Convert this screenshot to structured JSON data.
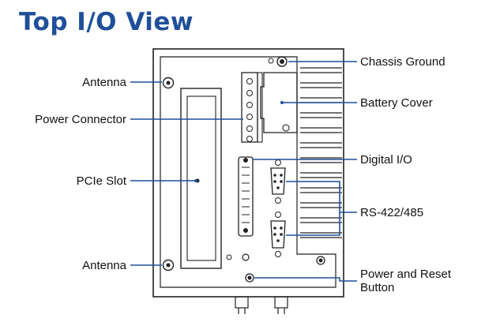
{
  "title": "Top I/O View",
  "callouts": {
    "antenna_top": "Antenna",
    "power_connector": "Power Connector",
    "pcie_slot": "PCIe Slot",
    "antenna_bottom": "Antenna",
    "chassis_ground": "Chassis Ground",
    "battery_cover": "Battery Cover",
    "digital_io": "Digital I/O",
    "rs422_485": "RS-422/485",
    "power_reset_line1": "Power and Reset",
    "power_reset_line2": "Button"
  },
  "colors": {
    "title": "#1f4f99",
    "line": "#1f4f99",
    "device": "#222222"
  }
}
